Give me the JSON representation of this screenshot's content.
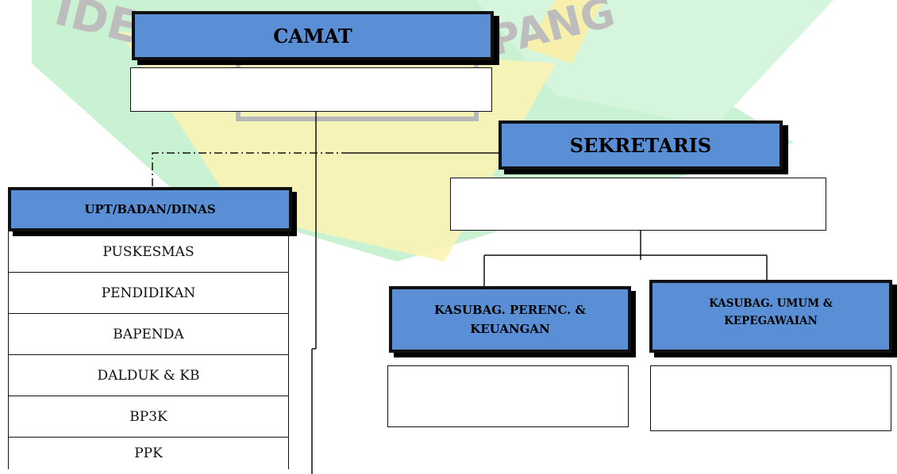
{
  "watermark": {
    "left": "IDE",
    "right": "PANG"
  },
  "camat": {
    "label": "CAMAT"
  },
  "sekretaris": {
    "label": "SEKRETARIS"
  },
  "kasubag1": {
    "line1": "KASUBAG. PERENC. &",
    "line2": "KEUANGAN"
  },
  "kasubag2": {
    "line1": "KASUBAG. UMUM &",
    "line2": "KEPEGAWAIAN"
  },
  "upt": {
    "label": "UPT/BADAN/DINAS",
    "items": [
      "PUSKESMAS",
      "PENDIDIKAN",
      "BAPENDA",
      "DALDUK & KB",
      "BP3K",
      "PPK"
    ]
  },
  "colors": {
    "header_fill": "#5a8fd6",
    "watermark_green": "#c8f2d2",
    "watermark_yellow": "#fbf3b6",
    "watermark_red": "#f4b7b7"
  }
}
